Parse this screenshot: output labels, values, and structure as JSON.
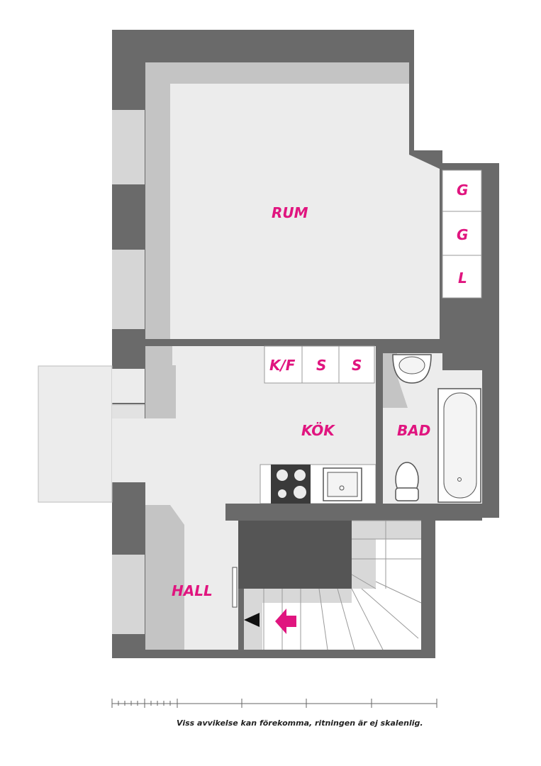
{
  "rooms": {
    "rum": "RUM",
    "kok": "KÖK",
    "bad": "BAD",
    "hall": "HALL"
  },
  "closets": [
    "G",
    "G",
    "L"
  ],
  "kitchen_cabinets": [
    "K/F",
    "S",
    "S"
  ],
  "disclaimer": "Viss avvikelse kan förekomma, ritningen är ej skalenlig.",
  "colors": {
    "wall": "#6a6a6a",
    "floor": "#ececec",
    "shadow": "#c4c4c4",
    "window": "#d6d6d6",
    "label": "#e0157f",
    "entrance_arrow": "#e0157f"
  },
  "icons": {
    "entrance": "entrance-arrow-icon",
    "door_swing": "door-pointer-icon",
    "stove": "stove-icon",
    "sink": "kitchen-sink-icon",
    "washbasin": "washbasin-icon",
    "toilet": "toilet-icon",
    "bathtub": "bathtub-icon",
    "stairs": "staircase-icon"
  }
}
